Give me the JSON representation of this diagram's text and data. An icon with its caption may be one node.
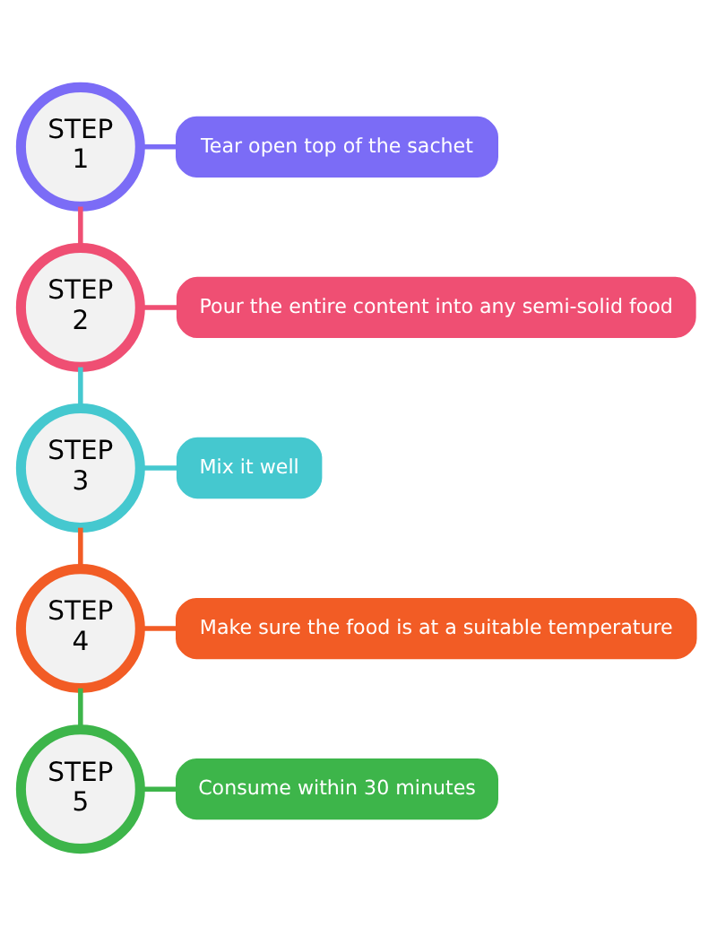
{
  "diagram": {
    "nodes": [
      {
        "text": [
          "STEP",
          "1"
        ]
      },
      {
        "text": [
          "Tear open top of the sachet"
        ]
      },
      {
        "text": [
          "Pour the entire content into any semi-solid food"
        ]
      },
      {
        "text": [
          "STEP",
          "2"
        ]
      },
      {
        "text": [
          "STEP",
          "3"
        ]
      },
      {
        "text": [
          "Mix it well"
        ]
      },
      {
        "text": [
          "Make sure the food is at a suitable temperature"
        ]
      },
      {
        "text": [
          "STEP",
          "4"
        ]
      },
      {
        "text": [
          "STEP",
          "5"
        ]
      },
      {
        "text": [
          "Consume within 30 minutes"
        ]
      }
    ],
    "edges": [
      {
        "from": 0,
        "to": 1,
        "arrow": "none",
        "color": "#7b6cf6"
      },
      {
        "from": 0,
        "to": 3,
        "arrow": "none",
        "color": "#ef4f73"
      },
      {
        "from": 3,
        "to": 2,
        "arrow": "none",
        "color": "#ef4f73"
      },
      {
        "from": 3,
        "to": 4,
        "arrow": "none",
        "color": "#45c8cf"
      },
      {
        "from": 4,
        "to": 5,
        "arrow": "none",
        "color": "#45c8cf"
      },
      {
        "from": 4,
        "to": 7,
        "arrow": "none",
        "color": "#f25c25"
      },
      {
        "from": 7,
        "to": 6,
        "arrow": "none",
        "color": "#f25c25"
      },
      {
        "from": 7,
        "to": 8,
        "arrow": "none",
        "color": "#3db54a"
      },
      {
        "from": 8,
        "to": 9,
        "arrow": "none",
        "color": "#3db54a"
      }
    ]
  }
}
